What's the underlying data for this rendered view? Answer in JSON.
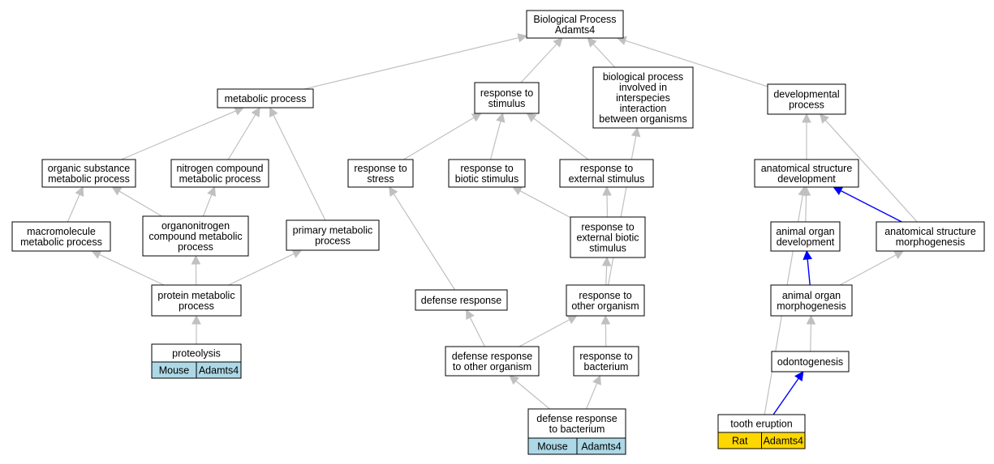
{
  "graph": {
    "nodes": [
      {
        "id": "bp",
        "lines": [
          "Biological Process",
          "Adamts4"
        ]
      },
      {
        "id": "metabolic",
        "lines": [
          "metabolic process"
        ]
      },
      {
        "id": "resp_stim",
        "lines": [
          "response to",
          "stimulus"
        ]
      },
      {
        "id": "bp_interspecies",
        "lines": [
          "biological process",
          "involved in",
          "interspecies",
          "interaction",
          "between organisms"
        ]
      },
      {
        "id": "dev",
        "lines": [
          "developmental",
          "process"
        ]
      },
      {
        "id": "organic",
        "lines": [
          "organic substance",
          "metabolic process"
        ]
      },
      {
        "id": "nitrogen",
        "lines": [
          "nitrogen compound",
          "metabolic process"
        ]
      },
      {
        "id": "resp_stress",
        "lines": [
          "response to",
          "stress"
        ]
      },
      {
        "id": "resp_biotic",
        "lines": [
          "response to",
          "biotic stimulus"
        ]
      },
      {
        "id": "resp_external",
        "lines": [
          "response to",
          "external stimulus"
        ]
      },
      {
        "id": "anat_dev",
        "lines": [
          "anatomical structure",
          "development"
        ]
      },
      {
        "id": "macro",
        "lines": [
          "macromolecule",
          "metabolic process"
        ]
      },
      {
        "id": "organonitro",
        "lines": [
          "organonitrogen",
          "compound metabolic",
          "process"
        ]
      },
      {
        "id": "primary",
        "lines": [
          "primary metabolic",
          "process"
        ]
      },
      {
        "id": "resp_ext_biotic",
        "lines": [
          "response to",
          "external biotic",
          "stimulus"
        ]
      },
      {
        "id": "organ_dev",
        "lines": [
          "animal organ",
          "development"
        ]
      },
      {
        "id": "anat_morph",
        "lines": [
          "anatomical structure",
          "morphogenesis"
        ]
      },
      {
        "id": "protein",
        "lines": [
          "protein metabolic",
          "process"
        ]
      },
      {
        "id": "defense",
        "lines": [
          "defense response"
        ]
      },
      {
        "id": "resp_other",
        "lines": [
          "response to",
          "other organism"
        ]
      },
      {
        "id": "organ_morph",
        "lines": [
          "animal organ",
          "morphogenesis"
        ]
      },
      {
        "id": "proteolysis",
        "lines": [
          "proteolysis"
        ],
        "annotation": {
          "species": "Mouse",
          "gene": "Adamts4",
          "color": "#add8e6"
        }
      },
      {
        "id": "def_other",
        "lines": [
          "defense response",
          "to other organism"
        ]
      },
      {
        "id": "resp_bact",
        "lines": [
          "response to",
          "bacterium"
        ]
      },
      {
        "id": "odonto",
        "lines": [
          "odontogenesis"
        ]
      },
      {
        "id": "def_bact",
        "lines": [
          "defense response",
          "to bacterium"
        ],
        "annotation": {
          "species": "Mouse",
          "gene": "Adamts4",
          "color": "#add8e6"
        }
      },
      {
        "id": "tooth",
        "lines": [
          "tooth eruption"
        ],
        "annotation": {
          "species": "Rat",
          "gene": "Adamts4",
          "color": "#ffd700"
        }
      }
    ],
    "edges": [
      {
        "from": "metabolic",
        "to": "bp",
        "color": "#c0c0c0"
      },
      {
        "from": "resp_stim",
        "to": "bp",
        "color": "#c0c0c0"
      },
      {
        "from": "bp_interspecies",
        "to": "bp",
        "color": "#c0c0c0"
      },
      {
        "from": "dev",
        "to": "bp",
        "color": "#c0c0c0"
      },
      {
        "from": "organic",
        "to": "metabolic",
        "color": "#c0c0c0"
      },
      {
        "from": "nitrogen",
        "to": "metabolic",
        "color": "#c0c0c0"
      },
      {
        "from": "primary",
        "to": "metabolic",
        "color": "#c0c0c0"
      },
      {
        "from": "resp_stress",
        "to": "resp_stim",
        "color": "#c0c0c0"
      },
      {
        "from": "resp_biotic",
        "to": "resp_stim",
        "color": "#c0c0c0"
      },
      {
        "from": "resp_external",
        "to": "resp_stim",
        "color": "#c0c0c0"
      },
      {
        "from": "anat_dev",
        "to": "dev",
        "color": "#c0c0c0"
      },
      {
        "from": "anat_morph",
        "to": "dev",
        "color": "#c0c0c0"
      },
      {
        "from": "macro",
        "to": "organic",
        "color": "#c0c0c0"
      },
      {
        "from": "organonitro",
        "to": "organic",
        "color": "#c0c0c0"
      },
      {
        "from": "organonitro",
        "to": "nitrogen",
        "color": "#c0c0c0"
      },
      {
        "from": "resp_ext_biotic",
        "to": "resp_biotic",
        "color": "#c0c0c0"
      },
      {
        "from": "resp_ext_biotic",
        "to": "resp_external",
        "color": "#c0c0c0"
      },
      {
        "from": "organ_dev",
        "to": "anat_dev",
        "color": "#c0c0c0"
      },
      {
        "from": "anat_morph",
        "to": "anat_dev",
        "color": "#0000ff"
      },
      {
        "from": "tooth",
        "to": "anat_dev",
        "color": "#c0c0c0"
      },
      {
        "from": "protein",
        "to": "macro",
        "color": "#c0c0c0"
      },
      {
        "from": "protein",
        "to": "organonitro",
        "color": "#c0c0c0"
      },
      {
        "from": "protein",
        "to": "primary",
        "color": "#c0c0c0"
      },
      {
        "from": "defense",
        "to": "resp_stress",
        "color": "#c0c0c0"
      },
      {
        "from": "resp_other",
        "to": "resp_ext_biotic",
        "color": "#c0c0c0"
      },
      {
        "from": "resp_other",
        "to": "bp_interspecies",
        "color": "#c0c0c0"
      },
      {
        "from": "organ_morph",
        "to": "organ_dev",
        "color": "#0000ff"
      },
      {
        "from": "organ_morph",
        "to": "anat_morph",
        "color": "#c0c0c0"
      },
      {
        "from": "proteolysis",
        "to": "protein",
        "color": "#c0c0c0"
      },
      {
        "from": "def_other",
        "to": "defense",
        "color": "#c0c0c0"
      },
      {
        "from": "def_other",
        "to": "resp_other",
        "color": "#c0c0c0"
      },
      {
        "from": "resp_bact",
        "to": "resp_other",
        "color": "#c0c0c0"
      },
      {
        "from": "odonto",
        "to": "organ_morph",
        "color": "#c0c0c0"
      },
      {
        "from": "def_bact",
        "to": "def_other",
        "color": "#c0c0c0"
      },
      {
        "from": "def_bact",
        "to": "resp_bact",
        "color": "#c0c0c0"
      },
      {
        "from": "tooth",
        "to": "odonto",
        "color": "#0000ff"
      }
    ]
  }
}
